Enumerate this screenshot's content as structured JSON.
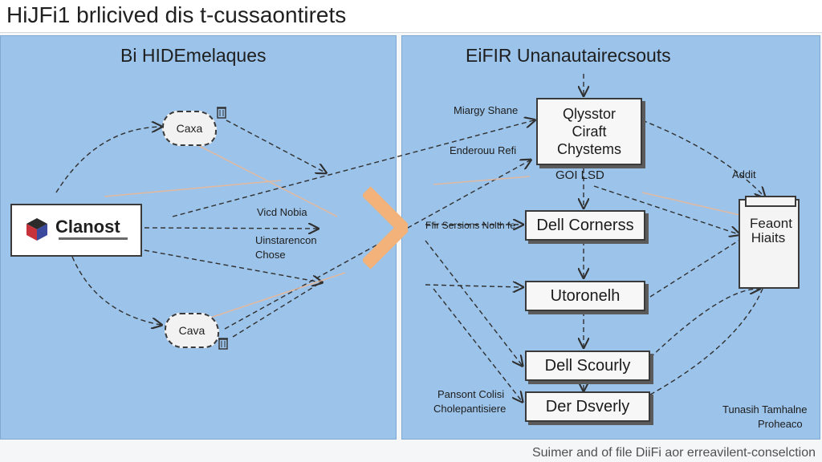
{
  "title": "HiJFi1 brlicived dis t‑cussaontirets",
  "left_panel": {
    "heading": "Bi HIDEmelaques",
    "clanost_label": "Clanost",
    "cloud_top": "Caxa",
    "cloud_bottom": "Cava",
    "label_vicd": "Vicd Nobia",
    "label_understand": "Uinstarencon",
    "label_chose": "Chose"
  },
  "right_panel": {
    "heading": "EiFIR Unanautairecsouts",
    "top_box_line1": "Qlysstor",
    "top_box_line2": "Ciraft",
    "top_box_line3": "Chystems",
    "label_miardy": "Miargy Shane",
    "label_enderoun": "Enderouu Refi",
    "label_gol": "GOI LSD",
    "label_ffir": "Ffir Sersions Nolth fe",
    "box_dell_corners": "Dell Cornerss",
    "box_utoronelh": "Utoronelh",
    "box_dell_scourly": "Dell Scourly",
    "box_der_dsverly": "Der Dsverly",
    "label_pansont": "Pansont Colisi",
    "label_cholep": "Cholepantisiere",
    "label_addit": "Addit",
    "side_box_text": "Feaont Hiaits",
    "label_tunasih": "Tunasih Tamhalne",
    "label_proheaco": "Proheaco"
  },
  "footer": "Suimer and of file DiiFi aor erreavilent‑conselction",
  "colors": {
    "panel_bg": "#9cc3e9",
    "connector": "#2f2f2f",
    "accent_arrow": "#f2b27a"
  }
}
